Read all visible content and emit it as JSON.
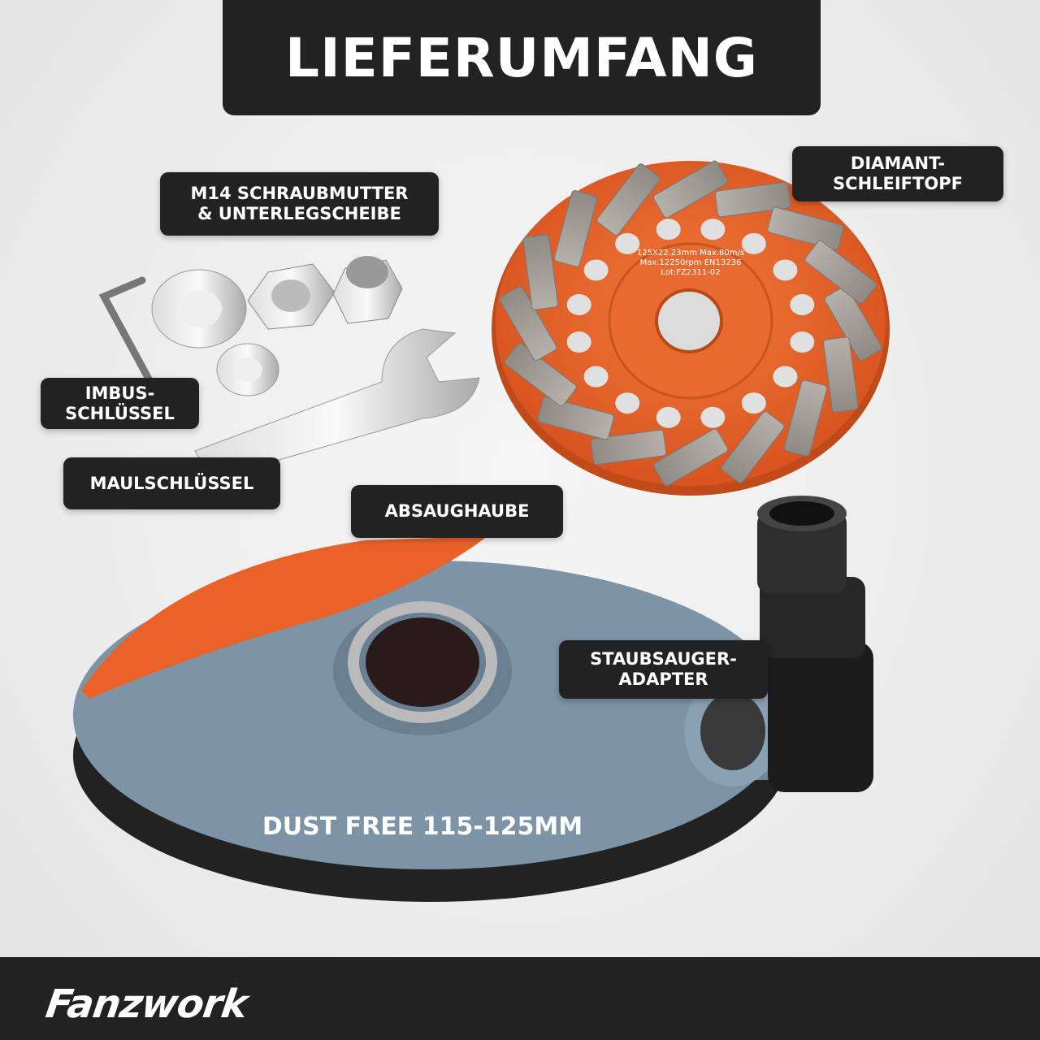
{
  "title": "LIEFERUMFANG",
  "labels": {
    "nut": [
      "M14 SCHRAUBMUTTER",
      "& UNTERLEGSCHEIBE"
    ],
    "cup": [
      "DIAMANT-",
      "SCHLEIFTOPF"
    ],
    "allen": [
      "IMBUS-",
      "SCHLÜSSEL"
    ],
    "wrench": [
      "MAULSCHLÜSSEL"
    ],
    "hood": [
      "ABSAUGHAUBE"
    ],
    "adapter": [
      "STAUBSAUGER-",
      "ADAPTER"
    ]
  },
  "product_print": {
    "disc_text": "125X22.23mm Max.80m/s Max.12250rpm EN13236 Lot:FZ2311-02",
    "hood_text": "DUST FREE 115-125MM"
  },
  "brand": "Fanzwork",
  "colors": {
    "dark": "#222222",
    "orange": "#e8622a",
    "hood_gray": "#7d93a6",
    "background": "#ececec"
  }
}
